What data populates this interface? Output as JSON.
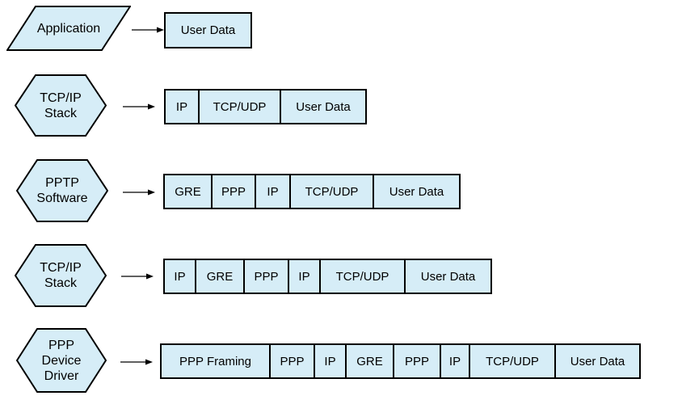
{
  "diagram": {
    "colors": {
      "shape_fill": "#D6EDF7",
      "shape_border": "#000000",
      "text": "#000000",
      "background": "#FFFFFF"
    },
    "rows": [
      {
        "stage": {
          "shape": "parallelogram",
          "lines": [
            "Application"
          ]
        },
        "packets": [
          "User Data"
        ]
      },
      {
        "stage": {
          "shape": "hexagon",
          "lines": [
            "TCP/IP",
            "Stack"
          ]
        },
        "packets": [
          "IP",
          "TCP/UDP",
          "User Data"
        ]
      },
      {
        "stage": {
          "shape": "hexagon",
          "lines": [
            "PPTP",
            "Software"
          ]
        },
        "packets": [
          "GRE",
          "PPP",
          "IP",
          "TCP/UDP",
          "User Data"
        ]
      },
      {
        "stage": {
          "shape": "hexagon",
          "lines": [
            "TCP/IP",
            "Stack"
          ]
        },
        "packets": [
          "IP",
          "GRE",
          "PPP",
          "IP",
          "TCP/UDP",
          "User Data"
        ]
      },
      {
        "stage": {
          "shape": "hexagon",
          "lines": [
            "PPP",
            "Device",
            "Driver"
          ]
        },
        "packets": [
          "PPP Framing",
          "PPP",
          "IP",
          "GRE",
          "PPP",
          "IP",
          "TCP/UDP",
          "User Data"
        ]
      }
    ]
  }
}
